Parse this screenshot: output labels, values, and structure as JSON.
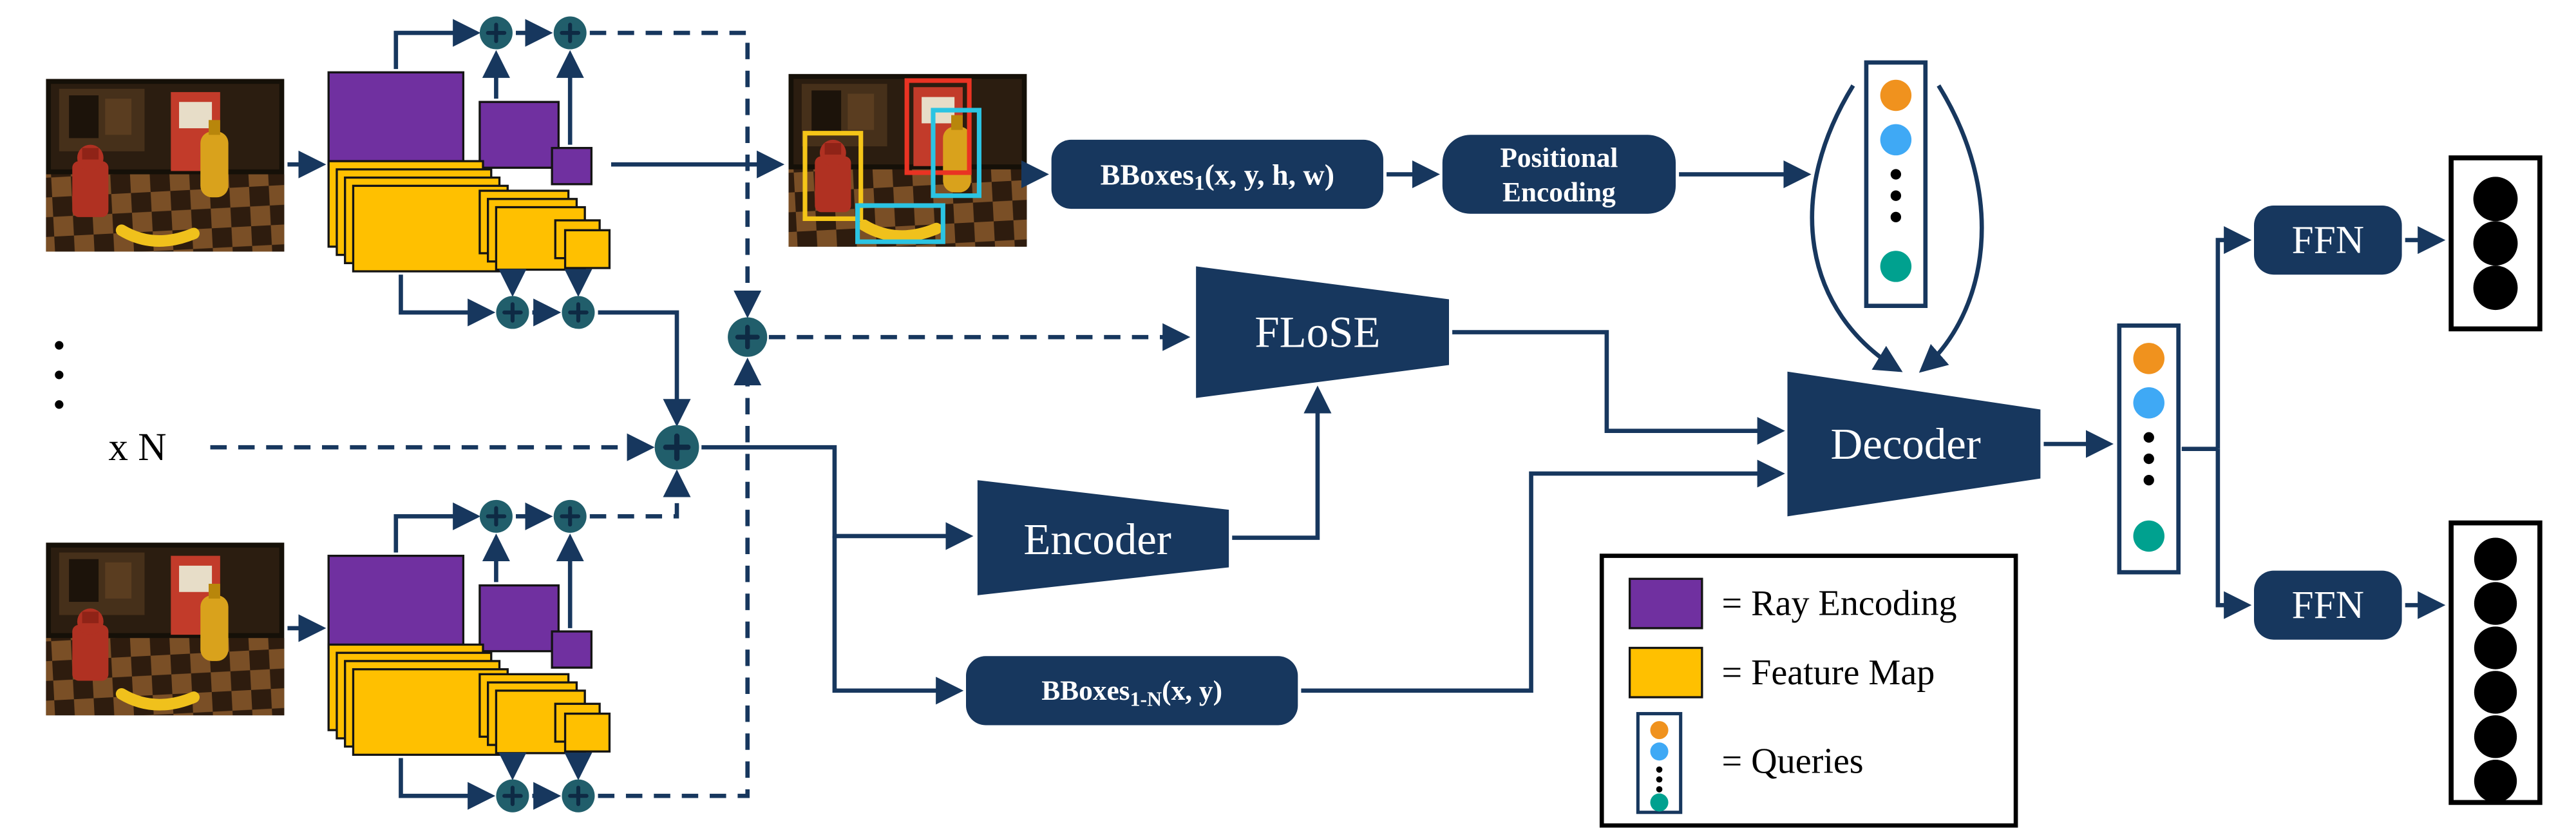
{
  "colors": {
    "navy": "#17375e",
    "purple": "#7030a0",
    "gold": "#ffc000",
    "node": "#215e6b",
    "q_orange": "#f0921e",
    "q_blue": "#3fa9f5",
    "q_teal": "#00a18f",
    "bbox_red": "#ea3323",
    "bbox_cyan": "#2bc4e2",
    "bbox_yellow": "#f5c518"
  },
  "labels": {
    "flose": "FLoSE",
    "encoder": "Encoder",
    "decoder": "Decoder",
    "ffn_top": "FFN",
    "ffn_bottom": "FFN",
    "pos_enc_line1": "Positional",
    "pos_enc_line2": "Encoding",
    "xn": "x N",
    "bboxes1": {
      "prefix": "BBoxes",
      "sub": "1",
      "args": "(x, y, h, w)"
    },
    "bboxes1n": {
      "prefix": "BBoxes",
      "sub": "1-N",
      "args": "(x, y)"
    }
  },
  "legend": {
    "ray_encoding": "= Ray Encoding",
    "feature_map": "= Feature Map",
    "queries": "= Queries"
  }
}
